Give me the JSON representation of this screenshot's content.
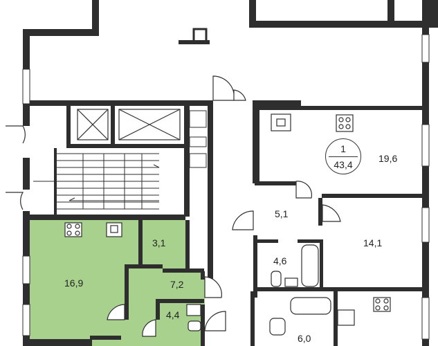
{
  "apartment": {
    "number": "1",
    "total_area": "43,4"
  },
  "rooms": [
    {
      "id": "living-room",
      "area": "19,6"
    },
    {
      "id": "hall",
      "area": "5,1"
    },
    {
      "id": "bedroom",
      "area": "14,1"
    },
    {
      "id": "bathroom",
      "area": "4,6"
    },
    {
      "id": "highlighted-kitchen-living",
      "area": "16,9"
    },
    {
      "id": "highlighted-storage",
      "area": "3,1"
    },
    {
      "id": "highlighted-hall",
      "area": "7,2"
    },
    {
      "id": "highlighted-bathroom",
      "area": "4,4"
    },
    {
      "id": "lower-bathroom",
      "area": "6,0"
    }
  ],
  "colors": {
    "wall": "#2e2e2e",
    "highlight_fill": "#a9d18e",
    "highlight_dark": "#6fa84a",
    "floor": "#ffffff",
    "line": "#333333"
  }
}
